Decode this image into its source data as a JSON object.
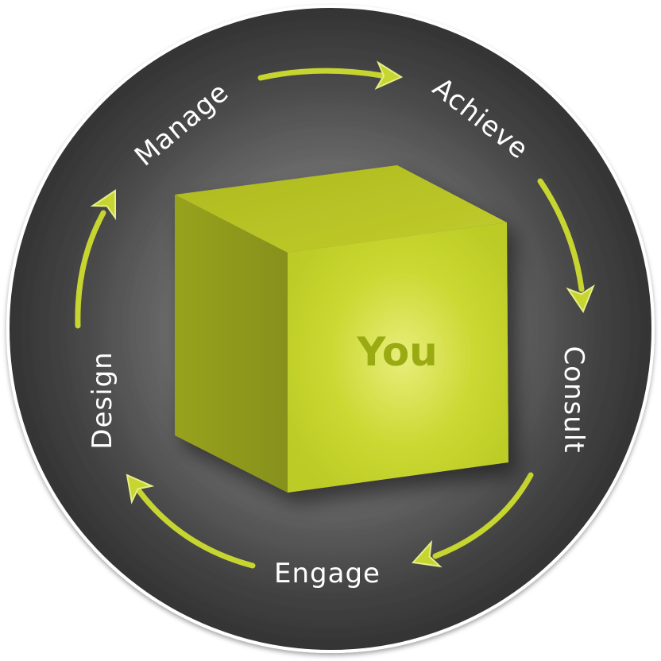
{
  "center": {
    "label": "You"
  },
  "stages": {
    "manage": "Manage",
    "achieve": "Achieve",
    "consult": "Consult",
    "engage": "Engage",
    "design": "Design"
  },
  "colors": {
    "accent": "#c7d530",
    "cube_front": "#c8d62f",
    "cube_top": "#b2bf26",
    "cube_side": "#8f9a1a",
    "cube_text": "#9aaa12",
    "disc_dark": "#3a3a3a",
    "disc_light": "#8c8c8c",
    "label_text": "#ffffff"
  }
}
